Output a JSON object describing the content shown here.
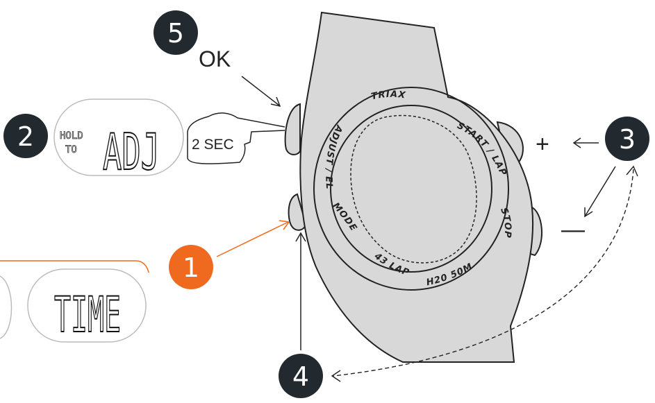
{
  "colors": {
    "body": "#d8d8d8",
    "outline": "#222222",
    "accent": "#ef6a1e",
    "badge": "#222a30",
    "lcd_border": "#bbbbbb"
  },
  "steps": [
    {
      "id": 1,
      "label": "1",
      "color": "#ef6a1e"
    },
    {
      "id": 2,
      "label": "2",
      "color": "#222a30"
    },
    {
      "id": 3,
      "label": "3",
      "color": "#222a30"
    },
    {
      "id": 4,
      "label": "4",
      "color": "#222a30"
    },
    {
      "id": 5,
      "label": "5",
      "color": "#222a30"
    }
  ],
  "callouts": {
    "ok": "OK",
    "hold_duration": "2 SEC",
    "plus": "+",
    "minus": "—"
  },
  "lcd_hold": {
    "small_top": "HOLD",
    "small_bottom": "TO",
    "big": "ADJ"
  },
  "lcd_time": {
    "big": "TIME"
  },
  "watch_labels": {
    "brand": "TRIAX",
    "start_lap": "START / LAP",
    "stop": "STOP",
    "water": "H20 50M",
    "laps": "43 LAP",
    "mode": "MODE",
    "adjust_el": "ADJUST / EL"
  }
}
